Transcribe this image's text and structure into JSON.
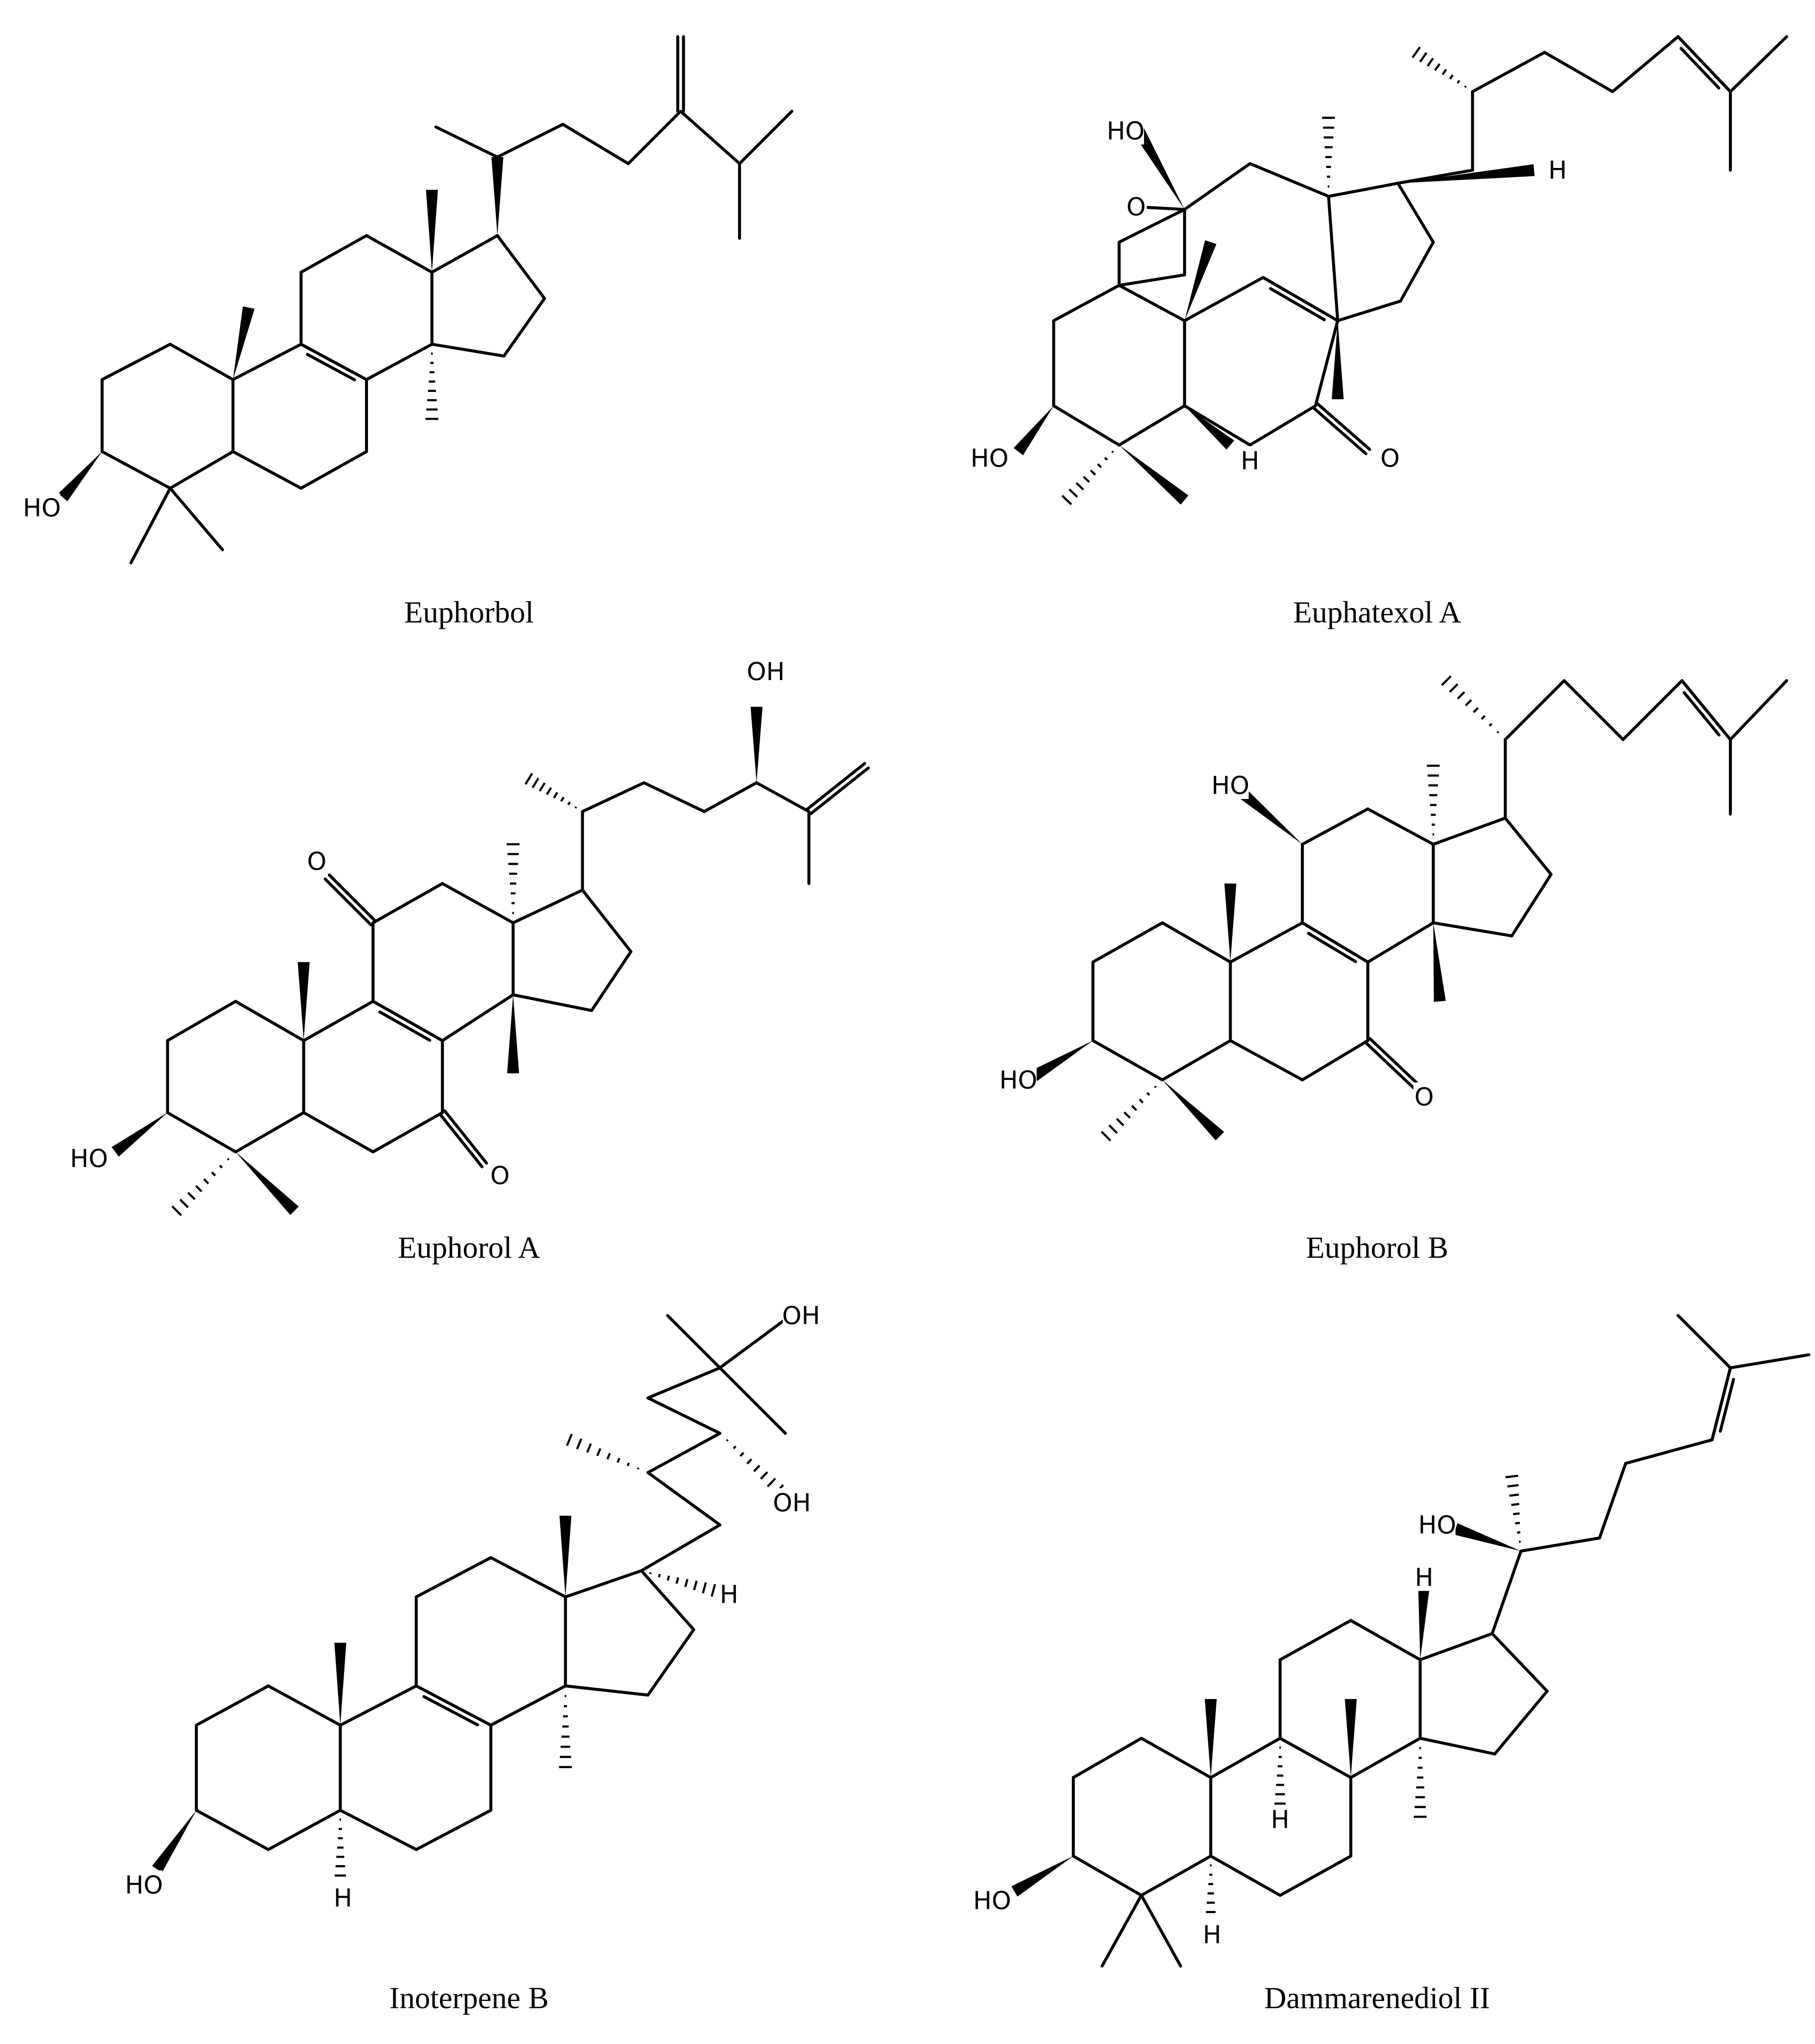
{
  "compounds": [
    {
      "name": "Euphorbol"
    },
    {
      "name": "Euphatexol A"
    },
    {
      "name": "Euphorol A"
    },
    {
      "name": "Euphorol B"
    },
    {
      "name": "Inoterpene B"
    },
    {
      "name": "Dammarenediol II"
    }
  ],
  "atom_labels": {
    "hydroxyl": "HO",
    "hydroxyl_right": "OH",
    "oxygen": "O",
    "hydrogen": "H"
  }
}
